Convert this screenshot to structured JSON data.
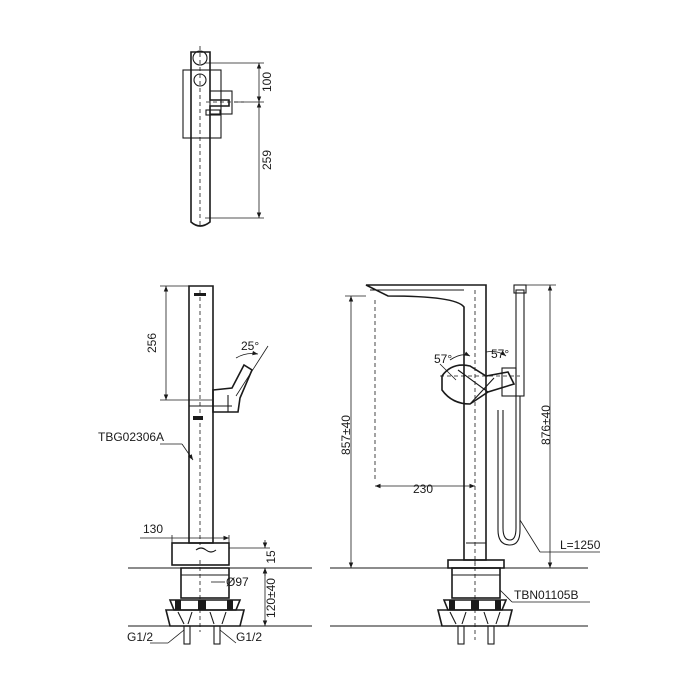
{
  "top_view": {
    "dim_top": "100",
    "dim_bottom": "259"
  },
  "side_view": {
    "dim_spout_height": "256",
    "angle_lever": "25°",
    "model_label": "TBG02306A",
    "dim_base_width": "130",
    "dim_floor_gap": "15",
    "dim_diameter": "Ø97",
    "dim_depth": "120±40",
    "thread_left": "G1/2",
    "thread_right": "G1/2"
  },
  "front_view": {
    "angle_left": "57°",
    "angle_right": "57°",
    "dim_total_height": "857±40",
    "dim_spout_reach": "230",
    "dim_hand_shower_height": "876±40",
    "hose_length": "L=1250",
    "model_label": "TBN01105B"
  }
}
